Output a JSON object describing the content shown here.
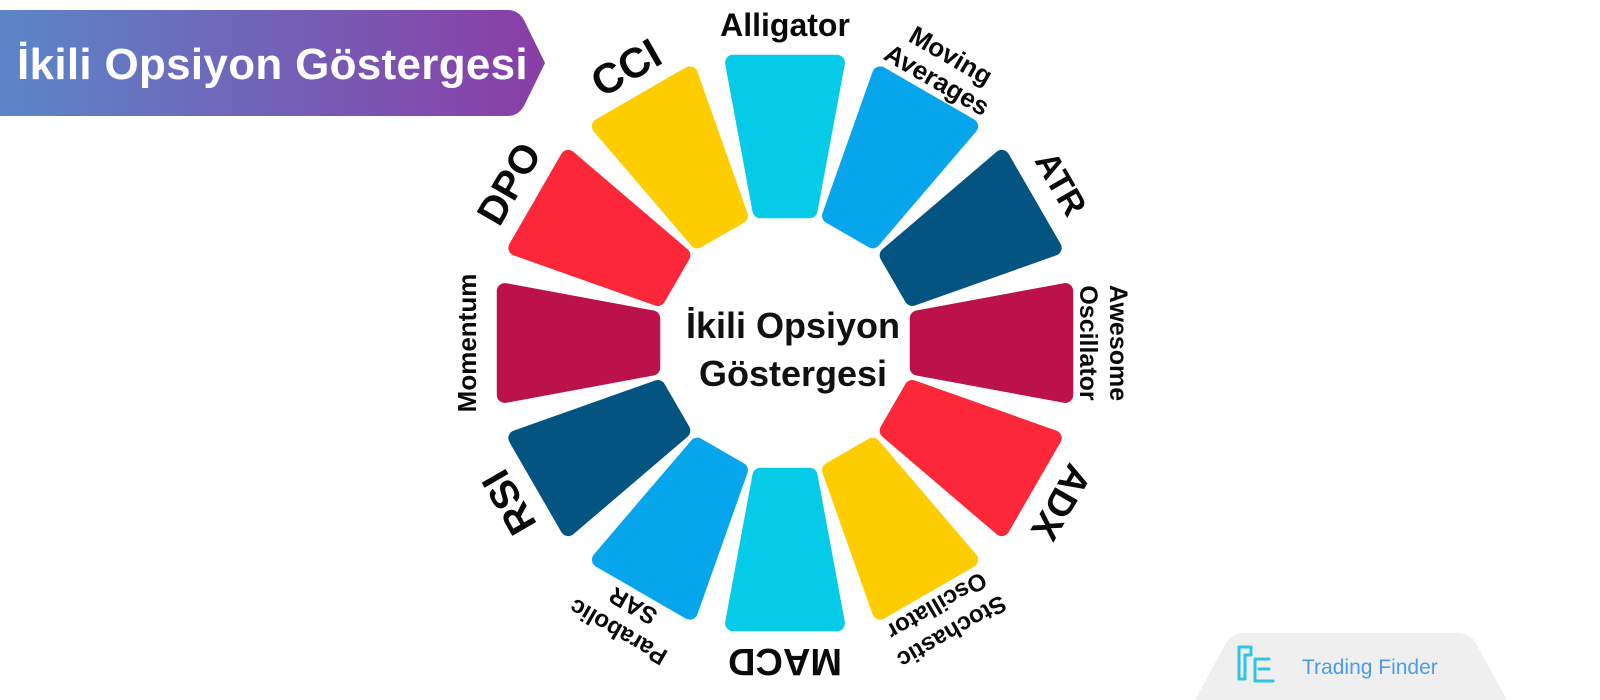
{
  "header": {
    "title": "İkili Opsiyon Göstergesi"
  },
  "center": {
    "line1": "İkili Opsiyon",
    "line2": "Göstergesi"
  },
  "segments": [
    {
      "id": "alligator",
      "lines": [
        "Alligator"
      ],
      "color": "#05cbe8"
    },
    {
      "id": "moving-averages",
      "lines": [
        "Moving",
        "Averages"
      ],
      "color": "#06a5ec"
    },
    {
      "id": "atr",
      "lines": [
        "ATR"
      ],
      "color": "#045482"
    },
    {
      "id": "awesome-oscillator",
      "lines": [
        "Awesome",
        "Oscillator"
      ],
      "color": "#bc124b"
    },
    {
      "id": "adx",
      "lines": [
        "ADX"
      ],
      "color": "#fc2839"
    },
    {
      "id": "stochastic-oscillator",
      "lines": [
        "Stochastic",
        "Oscillator"
      ],
      "color": "#fdcd00"
    },
    {
      "id": "macd",
      "lines": [
        "MACD"
      ],
      "color": "#05cbe8"
    },
    {
      "id": "parabolic-sar",
      "lines": [
        "Parabolic",
        "SAR"
      ],
      "color": "#06a5ec"
    },
    {
      "id": "rsi",
      "lines": [
        "RSI"
      ],
      "color": "#045482"
    },
    {
      "id": "momentum",
      "lines": [
        "Momentum"
      ],
      "color": "#bc124b"
    },
    {
      "id": "dpo",
      "lines": [
        "DPO"
      ],
      "color": "#fc2839"
    },
    {
      "id": "cci",
      "lines": [
        "CCI"
      ],
      "color": "#fdcd00"
    }
  ],
  "footer": {
    "brand": "Trading Finder"
  },
  "colors": {
    "banner_start": "#5b86c8",
    "banner_end": "#8a3da6",
    "footer_bg": "#efefef",
    "brand": "#4a9ce6"
  }
}
